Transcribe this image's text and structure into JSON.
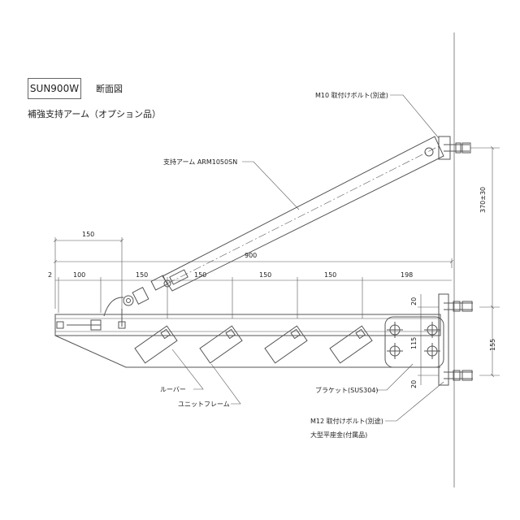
{
  "header": {
    "model": "SUN900W",
    "view_name": "断面図",
    "subtitle": "補強支持アーム（オプション品）"
  },
  "labels": {
    "bolt_m10": "M10 取付けボルト(別途)",
    "support_arm": "支持アーム ARM1050SN",
    "louver": "ルーバー",
    "unit_frame": "ユニットフレーム",
    "bracket": "ブラケット(SUS304)",
    "bolt_m12": "M12 取付けボルト(別途)",
    "washer": "大型平座金(付属品)"
  },
  "dimensions": {
    "top_150": "150",
    "overall_900": "900",
    "offset_2": "2",
    "seg_100": "100",
    "seg_150a": "150",
    "seg_150b": "150",
    "seg_150c": "150",
    "seg_150d": "150",
    "seg_198": "198",
    "vert_370": "370±30",
    "vert_155": "155",
    "bracket_20_top": "20",
    "bracket_115": "115",
    "bracket_20_bottom": "20"
  },
  "colors": {
    "line": "#555555",
    "wall": "#888888"
  }
}
